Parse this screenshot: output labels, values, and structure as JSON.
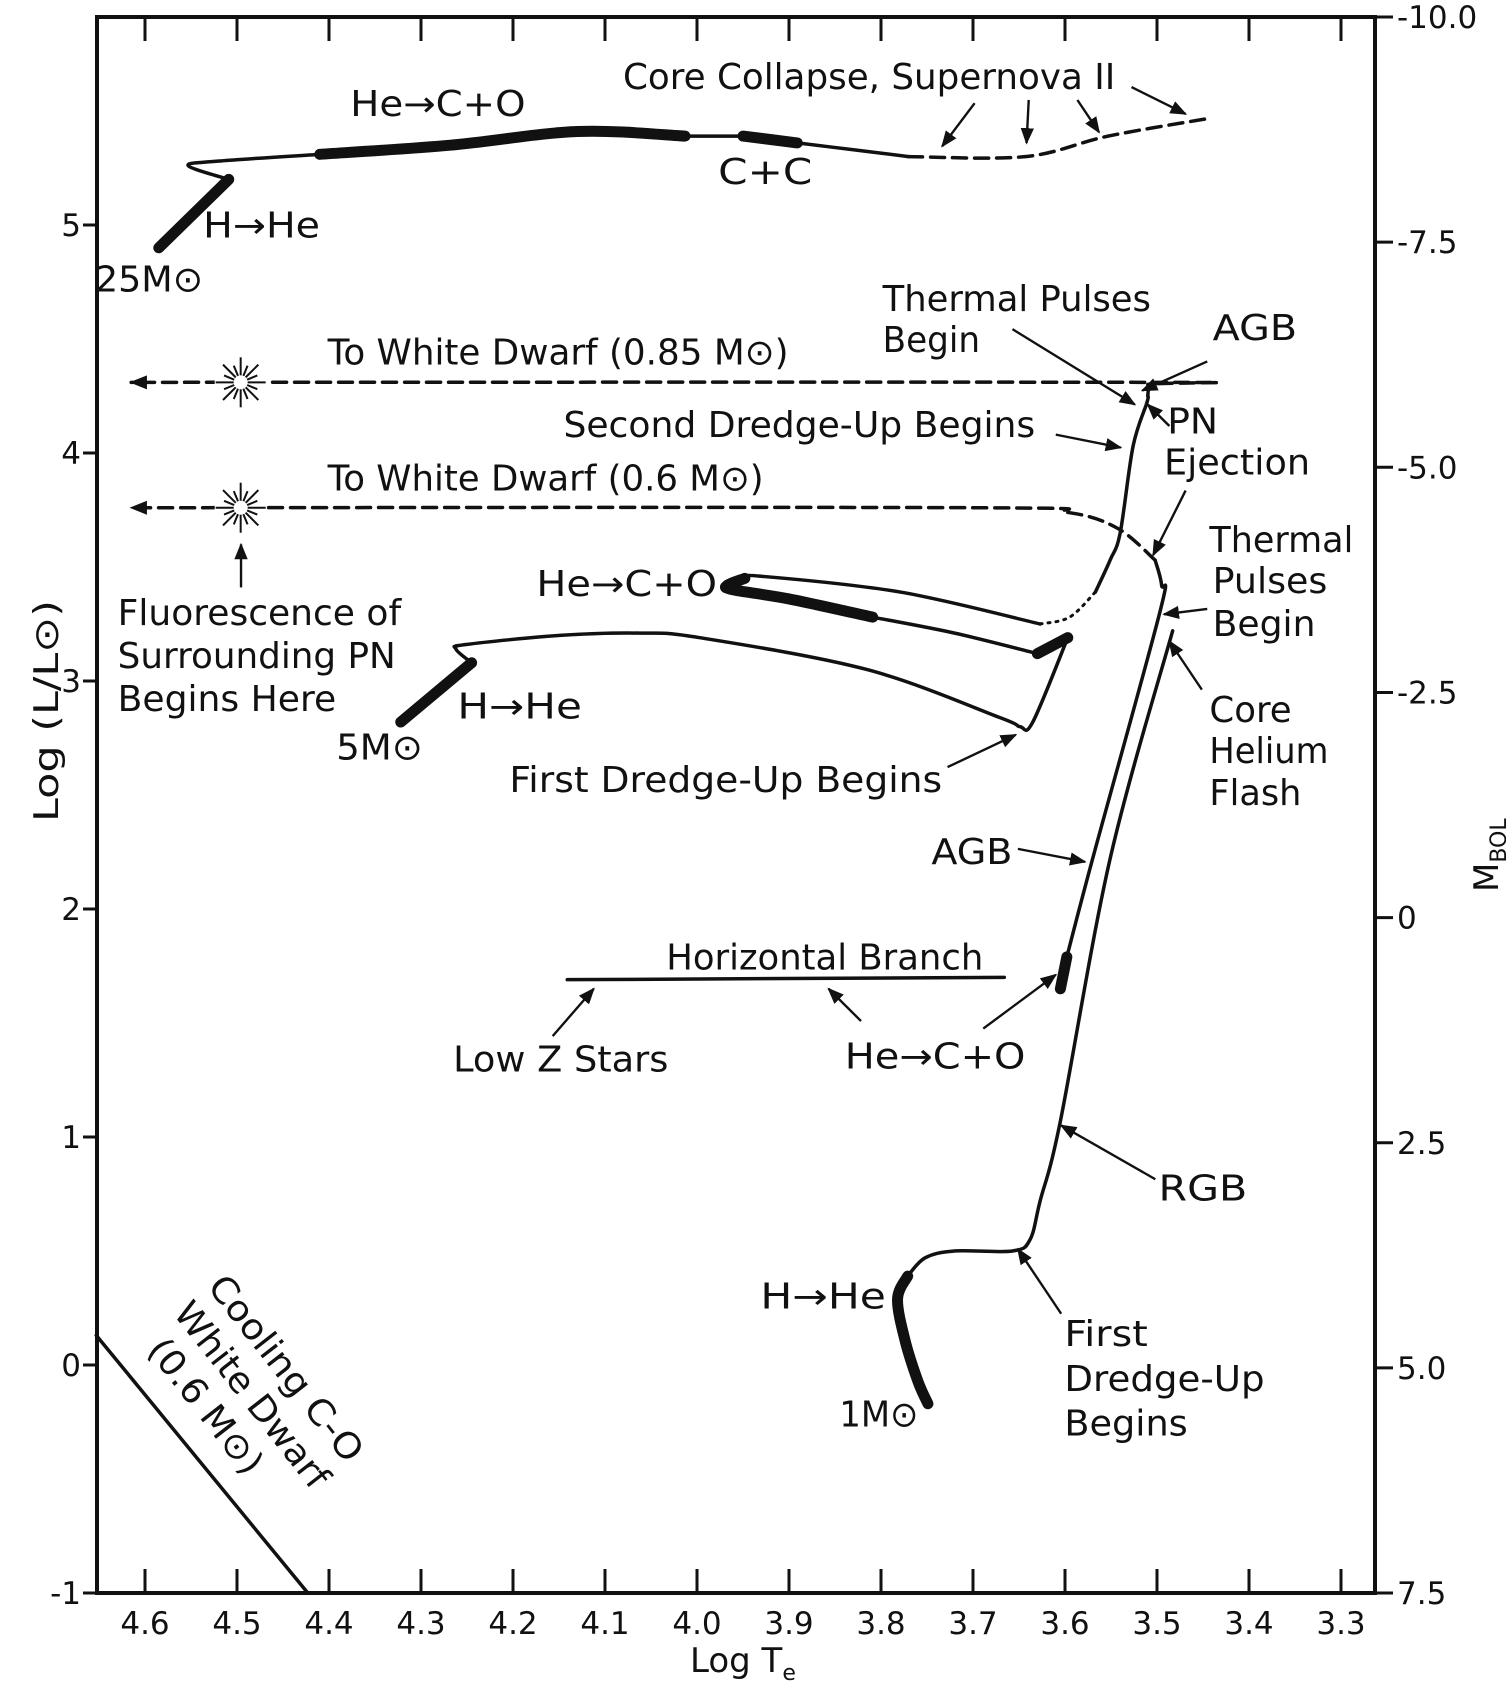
{
  "chart_data": {
    "type": "line",
    "title": "",
    "xlabel": "Log T",
    "xlabel_sub": "e",
    "ylabel": "Log (L/L⊙)",
    "y2label": "M",
    "y2label_sub": "BOL",
    "xlim": [
      4.652,
      3.263
    ],
    "ylim": [
      -1,
      5.91
    ],
    "y2lim": [
      -10,
      7.5
    ],
    "grid": false,
    "x_ticks": [
      4.6,
      4.5,
      4.4,
      4.3,
      4.2,
      4.1,
      4.0,
      3.9,
      3.8,
      3.7,
      3.6,
      3.5,
      3.4,
      3.3
    ],
    "x_tick_labels": [
      "4.6",
      "4.5",
      "4.4",
      "4.3",
      "4.2",
      "4.1",
      "4.0",
      "3.9",
      "3.8",
      "3.7",
      "3.6",
      "3.5",
      "3.4",
      "3.3"
    ],
    "y_ticks": [
      -1,
      0,
      1,
      2,
      3,
      4,
      5
    ],
    "y_tick_labels": [
      "-1",
      "0",
      "1",
      "2",
      "3",
      "4",
      "5"
    ],
    "y2_ticks": [
      -10,
      -7.5,
      -5,
      -2.5,
      0,
      2.5,
      5,
      7.5
    ],
    "y2_tick_labels": [
      "-10.0",
      "-7.5",
      "-5.0",
      "-2.5",
      "0",
      "2.5",
      "5.0",
      "7.5"
    ],
    "colors": {
      "ink": "#111111",
      "background": "#ffffff"
    },
    "tracks": [
      {
        "name": "25 Msun",
        "segments": [
          {
            "style": "thick",
            "points": [
              [
                4.585,
                4.9
              ],
              [
                4.509,
                5.2
              ]
            ]
          },
          {
            "style": "thin",
            "points": [
              [
                4.509,
                5.2
              ],
              [
                4.553,
                5.26
              ],
              [
                4.521,
                5.28
              ],
              [
                4.41,
                5.31
              ]
            ]
          },
          {
            "style": "thick",
            "points": [
              [
                4.41,
                5.31
              ],
              [
                4.268,
                5.35
              ],
              [
                4.13,
                5.41
              ],
              [
                4.013,
                5.39
              ]
            ]
          },
          {
            "style": "thin",
            "points": [
              [
                4.013,
                5.39
              ],
              [
                3.95,
                5.39
              ]
            ]
          },
          {
            "style": "thick",
            "points": [
              [
                3.95,
                5.39
              ],
              [
                3.891,
                5.36
              ]
            ]
          },
          {
            "style": "thin",
            "points": [
              [
                3.891,
                5.36
              ],
              [
                3.83,
                5.33
              ],
              [
                3.77,
                5.3
              ]
            ]
          },
          {
            "style": "dashed",
            "points": [
              [
                3.77,
                5.3
              ],
              [
                3.643,
                5.3
              ],
              [
                3.553,
                5.39
              ],
              [
                3.44,
                5.47
              ]
            ]
          }
        ]
      },
      {
        "name": "5 Msun",
        "segments": [
          {
            "style": "thick",
            "points": [
              [
                4.322,
                2.82
              ],
              [
                4.245,
                3.08
              ]
            ]
          },
          {
            "style": "thin",
            "points": [
              [
                4.245,
                3.08
              ],
              [
                4.262,
                3.14
              ],
              [
                4.251,
                3.16
              ],
              [
                4.149,
                3.2
              ],
              [
                4.062,
                3.21
              ],
              [
                3.997,
                3.19
              ],
              [
                3.815,
                3.05
              ],
              [
                3.671,
                2.84
              ],
              [
                3.649,
                2.8
              ],
              [
                3.635,
                2.82
              ],
              [
                3.597,
                3.19
              ]
            ]
          },
          {
            "style": "thick",
            "points": [
              [
                3.597,
                3.19
              ],
              [
                3.63,
                3.12
              ]
            ]
          },
          {
            "style": "thin",
            "points": [
              [
                3.63,
                3.12
              ],
              [
                3.72,
                3.21
              ],
              [
                3.809,
                3.28
              ]
            ]
          },
          {
            "style": "thick",
            "points": [
              [
                3.809,
                3.28
              ],
              [
                3.9,
                3.36
              ],
              [
                3.961,
                3.4
              ],
              [
                3.967,
                3.42
              ],
              [
                3.948,
                3.45
              ]
            ]
          },
          {
            "style": "thin",
            "points": [
              [
                3.948,
                3.45
              ],
              [
                3.932,
                3.46
              ],
              [
                3.779,
                3.39
              ],
              [
                3.627,
                3.25
              ]
            ]
          },
          {
            "style": "dotted",
            "points": [
              [
                3.627,
                3.25
              ],
              [
                3.595,
                3.28
              ],
              [
                3.567,
                3.39
              ]
            ]
          },
          {
            "style": "thin",
            "points": [
              [
                3.567,
                3.39
              ],
              [
                3.551,
                3.53
              ],
              [
                3.54,
                3.65
              ],
              [
                3.526,
                4.03
              ],
              [
                3.511,
                4.22
              ],
              [
                3.51,
                4.25
              ]
            ]
          },
          {
            "style": "dashed",
            "arrow": true,
            "points": [
              [
                3.51,
                4.25
              ],
              [
                3.51,
                4.3
              ],
              [
                3.518,
                4.31
              ],
              [
                4.615,
                4.31
              ]
            ]
          }
        ]
      },
      {
        "name": "1 Msun",
        "segments": [
          {
            "style": "thick",
            "points": [
              [
                3.749,
                -0.17
              ],
              [
                3.76,
                -0.07
              ],
              [
                3.774,
                0.11
              ],
              [
                3.782,
                0.29
              ],
              [
                3.771,
                0.39
              ]
            ]
          },
          {
            "style": "thin",
            "points": [
              [
                3.771,
                0.39
              ],
              [
                3.752,
                0.47
              ],
              [
                3.72,
                0.5
              ],
              [
                3.657,
                0.5
              ],
              [
                3.638,
                0.55
              ],
              [
                3.627,
                0.72
              ],
              [
                3.605,
                1.07
              ],
              [
                3.551,
                2.22
              ],
              [
                3.483,
                3.22
              ]
            ]
          },
          {
            "style": "thick",
            "points": [
              [
                3.605,
                1.65
              ],
              [
                3.598,
                1.79
              ]
            ]
          },
          {
            "style": "thin",
            "points": [
              [
                3.598,
                1.79
              ],
              [
                3.57,
                2.22
              ],
              [
                3.497,
                3.3
              ],
              [
                3.495,
                3.42
              ],
              [
                3.502,
                3.53
              ]
            ]
          },
          {
            "style": "dashed",
            "arrow": true,
            "points": [
              [
                3.502,
                3.53
              ],
              [
                3.543,
                3.67
              ],
              [
                3.598,
                3.74
              ],
              [
                3.7,
                3.76
              ],
              [
                4.615,
                3.76
              ]
            ]
          }
        ]
      },
      {
        "name": "Horizontal Branch",
        "segments": [
          {
            "style": "thin",
            "points": [
              [
                4.141,
                1.69
              ],
              [
                3.666,
                1.7
              ]
            ]
          }
        ]
      },
      {
        "name": "Cooling C-O White Dwarf",
        "segments": [
          {
            "style": "thin",
            "points": [
              [
                4.653,
                0.13
              ],
              [
                4.423,
                -1.0
              ]
            ]
          }
        ]
      }
    ],
    "markers": [
      {
        "name": "pn-fluorescence-0.85",
        "type": "starburst",
        "x": 4.496,
        "y": 4.31
      },
      {
        "name": "pn-fluorescence-0.6",
        "type": "starburst",
        "x": 4.496,
        "y": 3.76
      }
    ],
    "annotations": {
      "core_collapse": "Core Collapse, Supernova II",
      "he_co_25": "He→C+O",
      "cc_25": "C+C",
      "hhe_25": "H→He",
      "mass_25": "25M⊙",
      "tp_begin_top_1": "Thermal Pulses",
      "tp_begin_top_2": "Begin",
      "agb_top": "AGB",
      "to_wd_085": "To White Dwarf (0.85 M⊙)",
      "second_dredge": "Second Dredge-Up Begins",
      "pn_1": "PN",
      "pn_2": "Ejection",
      "to_wd_06": "To White Dwarf (0.6 M⊙)",
      "tp_right_1": "Thermal",
      "tp_right_2": "Pulses",
      "tp_right_3": "Begin",
      "he_co_5": "He→C+O",
      "fluor_1": "Fluorescence of",
      "fluor_2": "Surrounding PN",
      "fluor_3": "Begins Here",
      "hhe_5": "H→He",
      "mass_5": "5M⊙",
      "flash_1": "Core",
      "flash_2": "Helium",
      "flash_3": "Flash",
      "first_dredge_5": "First Dredge-Up Begins",
      "agb_mid": "AGB",
      "horizontal_branch": "Horizontal Branch",
      "he_co_hb": "He→C+O",
      "low_z": "Low Z Stars",
      "rgb": "RGB",
      "hhe_1": "H→He",
      "first_dredge_1_1": "First",
      "first_dredge_1_2": "Dredge-Up",
      "first_dredge_1_3": "Begins",
      "mass_1": "1M⊙",
      "wd_1": "Cooling C-O",
      "wd_2": "White Dwarf",
      "wd_3": "(0.6 M⊙)"
    }
  }
}
